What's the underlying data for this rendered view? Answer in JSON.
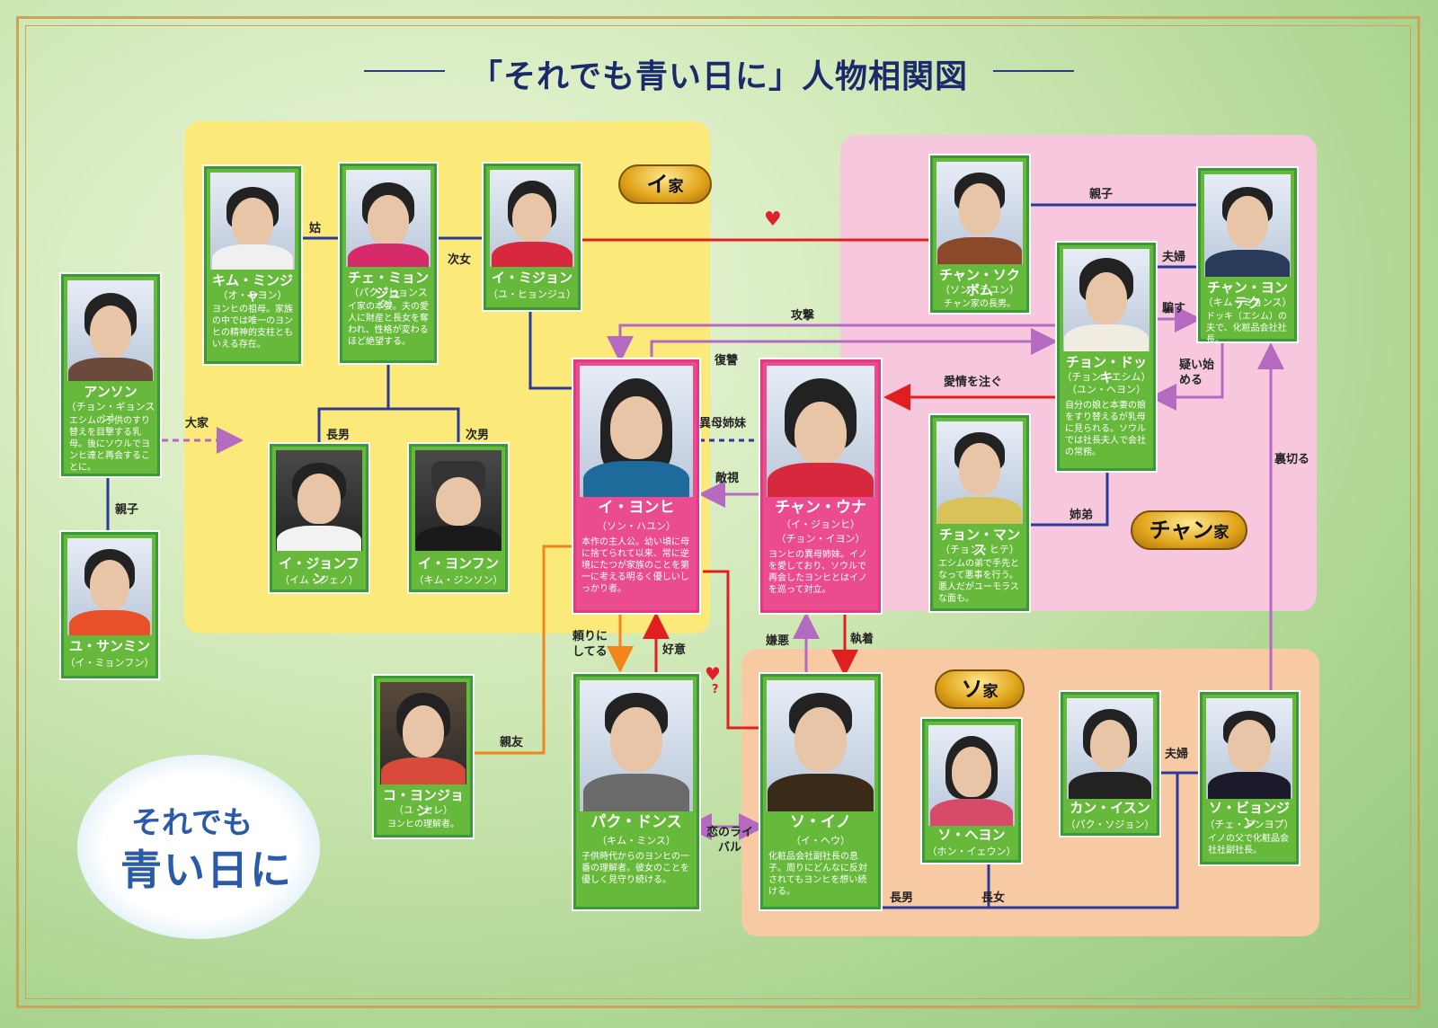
{
  "title": "「それでも青い日に」人物相関図",
  "families": {
    "i": {
      "big": "イ",
      "small": "家"
    },
    "chan": {
      "big": "チャン",
      "small": "家"
    },
    "so": {
      "big": "ソ",
      "small": "家"
    }
  },
  "characters": {
    "kim_minja": {
      "name": "キム・ミンジャ",
      "actor": "（オ・ミヨン）",
      "desc": "ヨンヒの祖母。家族の中では唯一のヨンヒの精神的支柱ともいえる存在。"
    },
    "che_myonju": {
      "name": "チェ・ミョンジュ",
      "actor": "（パク・ヒョンスク）",
      "desc": "イ家の本妻。夫の愛人に財産と長女を奪われ、性格が変わるほど絶望する。"
    },
    "i_mijon": {
      "name": "イ・ミジョン",
      "actor": "（ユ・ヒョンジュ）",
      "desc": ""
    },
    "anson": {
      "name": "アンソン",
      "actor": "（チョン・ギョンスン）",
      "desc": "エシムの子供のすり替えを目撃する乳母。後にソウルでヨンヒ達と再会することに。"
    },
    "yu_sanmin": {
      "name": "ユ・サンミン",
      "actor": "（イ・ミョンフン）",
      "desc": ""
    },
    "i_jonfun": {
      "name": "イ・ジョンフン",
      "actor": "（イム・ジェノ）",
      "desc": ""
    },
    "i_yonfun": {
      "name": "イ・ヨンフン",
      "actor": "（キム・ジンソン）",
      "desc": ""
    },
    "i_yonhi": {
      "name": "イ・ヨンヒ",
      "actor": "（ソン・ハユン）",
      "desc": "本作の主人公。幼い頃に母に捨てられて以来、常に逆境にたつが家族のことを第一に考える明るく優しいしっかり者。"
    },
    "chan_una": {
      "name": "チャン・ウナ",
      "actor": "（イ・ジョンヒ）",
      "actor2": "（チョン・イヨン）",
      "desc": "ヨンヒの異母姉妹。イノを愛しており、ソウルで再会したヨンヒとはイノを巡って対立。"
    },
    "chan_sokbom": {
      "name": "チャン・ソクボム",
      "actor": "（ソン・テユン）",
      "desc": "チャン家の長男。"
    },
    "chan_yontek": {
      "name": "チャン・ヨンテク",
      "actor": "（キム・ミョンス）",
      "desc": "ドッキ（エシム）の夫で、化粧品会社社長。"
    },
    "chon_dokki": {
      "name": "チョン・ドッキ",
      "actor": "（チョン・エシム）",
      "actor2": "（ユン・ヘヨン）",
      "desc": "自分の娘と本妻の娘をすり替えるが乳母に見られる。ソウルでは社長夫人で会社の常務。"
    },
    "chon_mansu": {
      "name": "チョン・マンス",
      "actor": "（チョン・ヒテ）",
      "desc": "エシムの弟で手先となって悪事を行う。悪人だがユーモラスな面も。"
    },
    "ko_yonjon": {
      "name": "コ・ヨンジョン",
      "actor": "（ユ・セレ）",
      "desc": "ヨンヒの理解者。"
    },
    "paku_donsu": {
      "name": "パク・ドンス",
      "actor": "（キム・ミンス）",
      "desc": "子供時代からのヨンヒの一番の理解者。彼女のことを優しく見守り続ける。"
    },
    "so_ino": {
      "name": "ソ・イノ",
      "actor": "（イ・ヘウ）",
      "desc": "化粧品会社副社長の息子。周りにどんなに反対されてもヨンヒを想い続ける。"
    },
    "so_heyon": {
      "name": "ソ・ヘヨン",
      "actor": "（ホン・イェウン）",
      "desc": ""
    },
    "kan_isun": {
      "name": "カン・イスン",
      "actor": "（パク・ソジョン）",
      "desc": ""
    },
    "so_byonjin": {
      "name": "ソ・ビョンジン",
      "actor": "（チェ・ドンヨプ）",
      "desc": "イノの父で化粧品会社社副社長。"
    }
  },
  "relations": {
    "shuto": "姑",
    "jijo": "次女",
    "chonan": "長男",
    "jinan": "次男",
    "taike": "大家",
    "oyako1": "親子",
    "oyako2": "親子",
    "fufu1": "夫婦",
    "damasu": "騙す",
    "kogeki": "攻撃",
    "fukushu": "復讐",
    "aijo": "愛情を注ぐ",
    "utagai": "疑い始める",
    "ibo": "異母姉妹",
    "tekishi": "敵視",
    "shitei": "姉弟",
    "uragiru": "裏切る",
    "tayori": "頼りにしてる",
    "koi": "好意",
    "ken_o": "嫌悪",
    "shuchaku": "執着",
    "shinyu": "親友",
    "koi_rival": "恋のライバル",
    "chonan2": "長男",
    "chojo": "長女",
    "fufu2": "夫婦",
    "question": "?"
  },
  "logo": {
    "line1": "それでも",
    "line2": "青い日に"
  },
  "colors": {
    "i_panel": "#fbea7a",
    "chan_panel": "#f7c8dd",
    "so_panel": "#f8caa3",
    "card_green": "#67b93b",
    "card_pink": "#ea4c8f"
  }
}
